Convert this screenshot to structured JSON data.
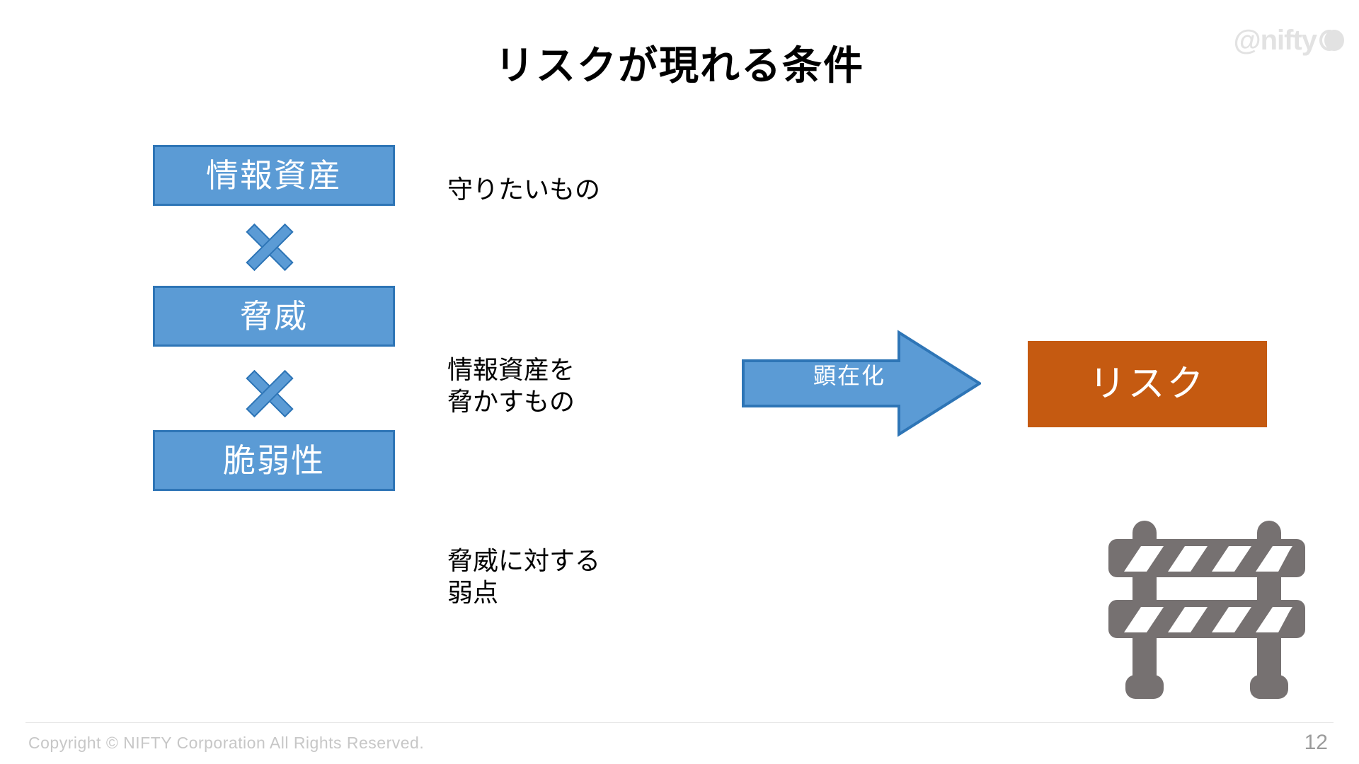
{
  "slide": {
    "title": "リスクが現れる条件",
    "page_number": "12",
    "background_color": "#FFFFFF"
  },
  "brand": {
    "logo_text": "@nifty",
    "logo_mark_name": "nifty-circles-mark",
    "logo_color": "#E2E2E2"
  },
  "colors": {
    "box_fill_blue": "#5B9BD5",
    "box_border_blue": "#2E75B6",
    "risk_fill_orange": "#C55A11",
    "barricade_gray": "#767171",
    "title_black": "#000000",
    "footer_gray": "#C7C7C7"
  },
  "formula": {
    "operator_symbol": "×",
    "factors": [
      {
        "label": "情報資産",
        "description": "守りたいもの"
      },
      {
        "label": "脅威",
        "description": "情報資産を\n脅かすもの"
      },
      {
        "label": "脆弱性",
        "description": "脅威に対する\n弱点"
      }
    ]
  },
  "result": {
    "arrow_label": "顕在化",
    "risk_label": "リスク",
    "icon_name": "road-barricade-icon"
  },
  "footer": {
    "copyright": "Copyright © NIFTY Corporation All Rights Reserved."
  }
}
